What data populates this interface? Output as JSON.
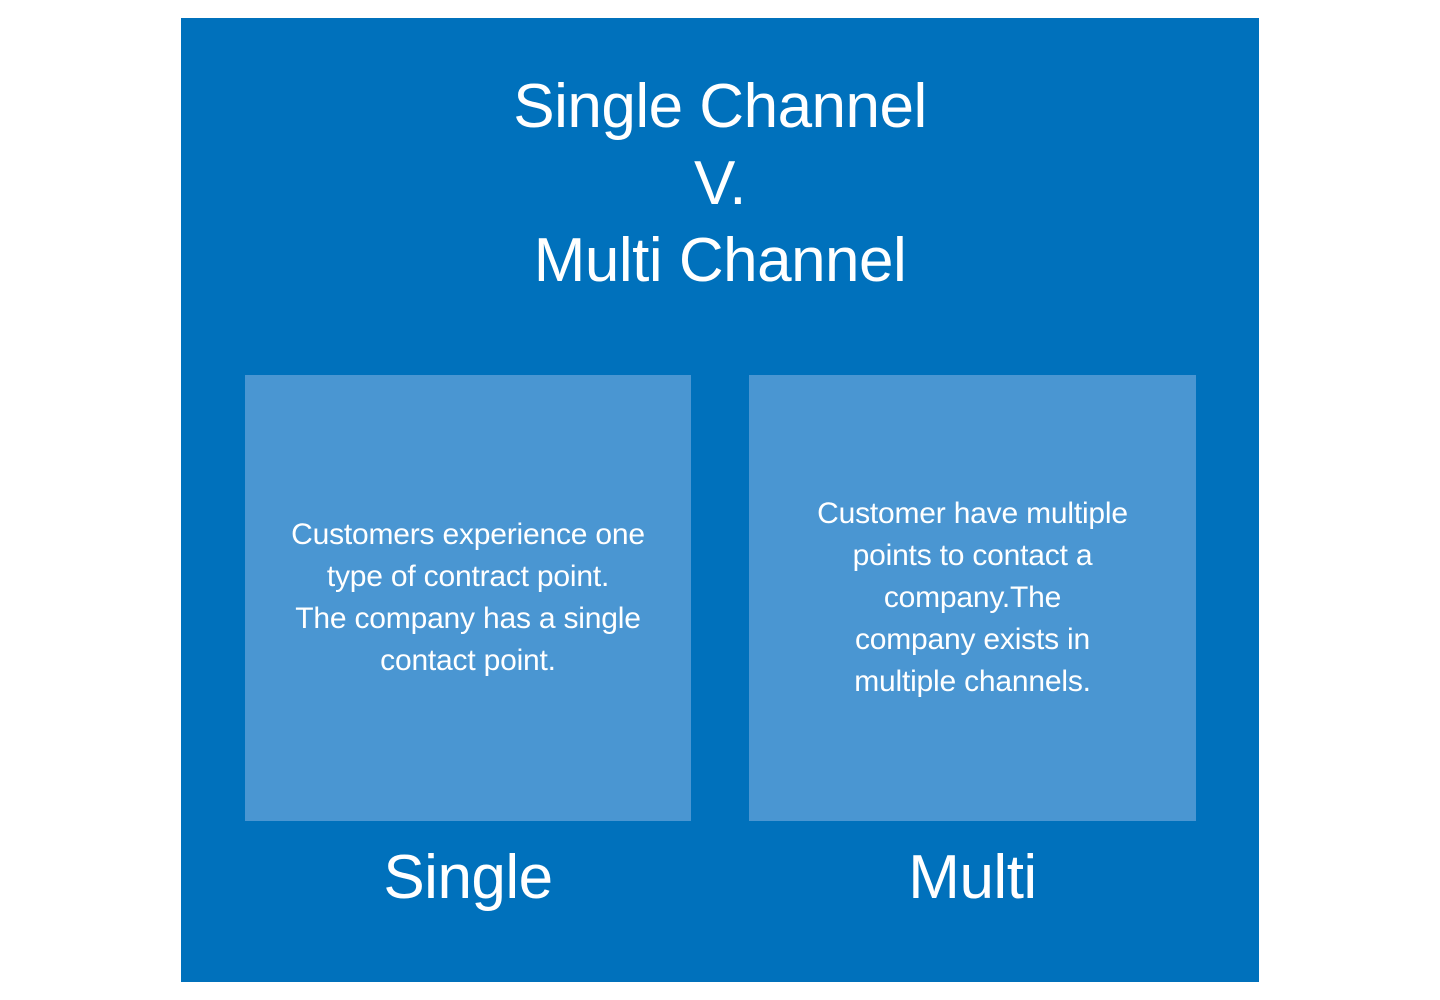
{
  "title": "Single Channel\nV.\nMulti Channel",
  "colors": {
    "page_background": "#ffffff",
    "panel": "#0071bc",
    "card": "#4a96d2",
    "text": "#ffffff"
  },
  "cards": [
    {
      "id": "single",
      "description": "Customers experience one\ntype of contract point.\nThe company has a single\ncontact point.",
      "label": "Single"
    },
    {
      "id": "multi",
      "description": "Customer have multiple\npoints to contact a\ncompany.The\ncompany exists in\nmultiple channels.",
      "label": "Multi"
    }
  ]
}
